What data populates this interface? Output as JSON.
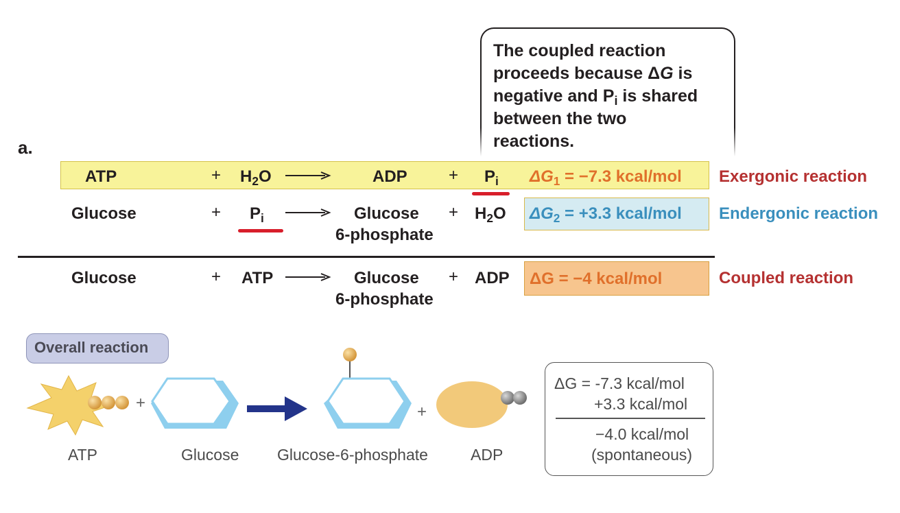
{
  "panel_label": "a.",
  "callout": {
    "line1": "The coupled reaction",
    "line2a": "proceeds because ",
    "delta": "Δ",
    "g": "G",
    "line2b": " is",
    "line3a": "negative and P",
    "line3sub": "i",
    "line3b": " is shared",
    "line4": "between the two",
    "line5": "reactions."
  },
  "rows": {
    "exergonic": {
      "reactant1": "ATP",
      "plus1": "+",
      "reactant2_base": "H",
      "reactant2_sub": "2",
      "reactant2_tail": "O",
      "product1": "ADP",
      "plus2": "+",
      "product2_base": "P",
      "product2_sub": "i",
      "dg_base": "ΔG",
      "dg_sub": "1",
      "dg_value": " = −7.3 kcal/mol",
      "label": "Exergonic reaction"
    },
    "endergonic": {
      "reactant1": "Glucose",
      "plus1": "+",
      "reactant2_base": "P",
      "reactant2_sub": "i",
      "product1_line1": "Glucose",
      "product1_line2": "6-phosphate",
      "plus2": "+",
      "product2_base": "H",
      "product2_sub": "2",
      "product2_tail": "O",
      "dg_base": "ΔG",
      "dg_sub": "2",
      "dg_value": " = +3.3 kcal/mol",
      "label": "Endergonic reaction"
    },
    "coupled": {
      "reactant1": "Glucose",
      "plus1": "+",
      "reactant2": "ATP",
      "product1_line1": "Glucose",
      "product1_line2": "6-phosphate",
      "plus2": "+",
      "product2": "ADP",
      "dg_value": "ΔG = −4 kcal/mol",
      "label": "Coupled reaction"
    }
  },
  "overall": {
    "badge": "Overall reaction",
    "plus": "+",
    "labels": {
      "atp": "ATP",
      "glucose": "Glucose",
      "g6p": "Glucose-6-phosphate",
      "adp": "ADP"
    },
    "summary": {
      "line1": "ΔG = -7.3 kcal/mol",
      "line2": "+3.3 kcal/mol",
      "line3": "−4.0 kcal/mol",
      "line4": "(spontaneous)"
    }
  },
  "colors": {
    "exergonic": "#b53131",
    "endergonic": "#3a8fbd",
    "delta_g": "#e0702b",
    "highlight_yellow": "#f8f39a",
    "highlight_blue": "#d5ebf2",
    "highlight_orange": "#f7c58e",
    "underline": "#d81e2b",
    "arrow": "#23348a"
  }
}
